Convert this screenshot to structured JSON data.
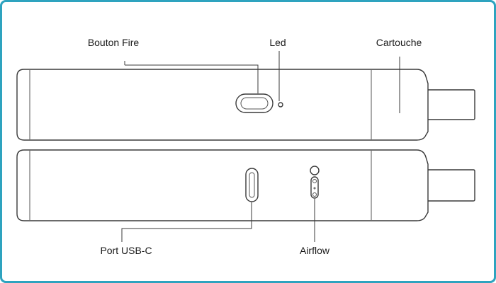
{
  "labels": {
    "fire_button": "Bouton Fire",
    "led": "Led",
    "cartridge": "Cartouche",
    "usb_port": "Port USB-C",
    "airflow": "Airflow"
  },
  "colors": {
    "frame_border": "#2ea3bf",
    "line": "#3a3a3a",
    "text": "#1a1a1a"
  }
}
